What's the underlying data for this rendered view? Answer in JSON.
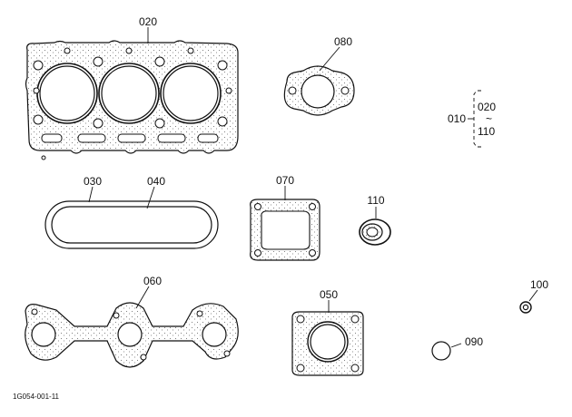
{
  "diagram": {
    "drawing_code": "1G054-001-11",
    "callouts": {
      "p010": "010",
      "p020": "020",
      "p030": "030",
      "p040": "040",
      "p050": "050",
      "p060": "060",
      "p070": "070",
      "p080": "080",
      "p090": "090",
      "p100": "100",
      "p110": "110"
    },
    "range": {
      "from": "020",
      "tilde": "~",
      "to": "110"
    }
  }
}
